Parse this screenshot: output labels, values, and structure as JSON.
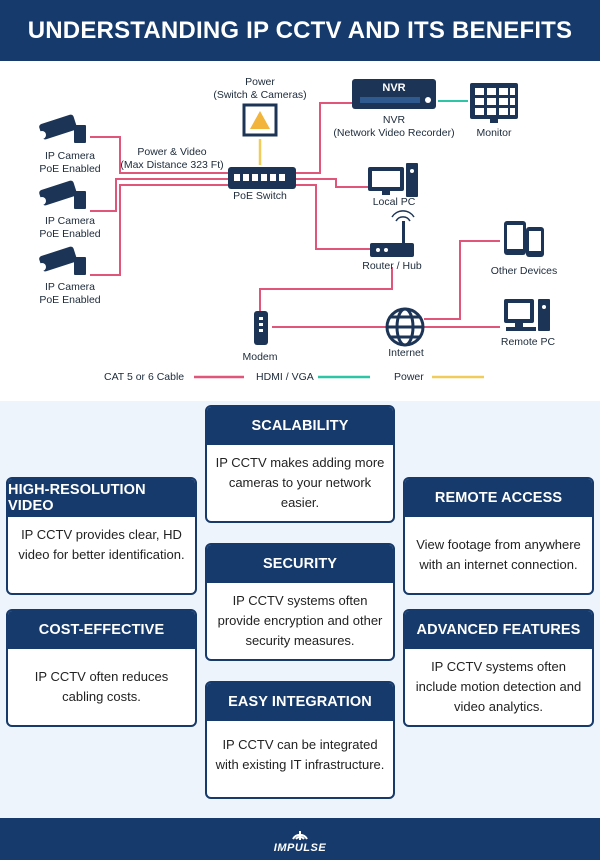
{
  "header": {
    "title": "UNDERSTANDING IP CCTV AND ITS BENEFITS"
  },
  "diagram": {
    "cameras": [
      {
        "line1": "IP Camera",
        "line2": "PoE Enabled"
      },
      {
        "line1": "IP Camera",
        "line2": "PoE Enabled"
      },
      {
        "line1": "IP Camera",
        "line2": "PoE Enabled"
      }
    ],
    "power_video": {
      "line1": "Power & Video",
      "line2": "(Max Distance 323 Ft)"
    },
    "power_source": {
      "line1": "Power",
      "line2": "(Switch & Cameras)"
    },
    "poe_switch": "PoE Switch",
    "nvr_badge": "NVR",
    "nvr": {
      "line1": "NVR",
      "line2": "(Network Video Recorder)"
    },
    "monitor": "Monitor",
    "local_pc": "Local PC",
    "router": "Router / Hub",
    "other_devices": "Other Devices",
    "modem": "Modem",
    "internet": "Internet",
    "remote_pc": "Remote PC",
    "legend": [
      {
        "label": "CAT 5 or 6 Cable",
        "color": "#e0567a"
      },
      {
        "label": "HDMI / VGA",
        "color": "#2ec4a6"
      },
      {
        "label": "Power",
        "color": "#f2cc5a"
      }
    ]
  },
  "benefits": {
    "scalability": {
      "title": "SCALABILITY",
      "text": "IP CCTV makes adding more cameras to your network easier."
    },
    "high_resolution": {
      "title": "HIGH-RESOLUTION VIDEO",
      "text": "IP CCTV provides clear, HD video for better identification."
    },
    "remote_access": {
      "title": "REMOTE ACCESS",
      "text": "View footage from anywhere with an internet connection."
    },
    "security": {
      "title": "SECURITY",
      "text": "IP CCTV systems often provide encryption and other security measures."
    },
    "cost_effective": {
      "title": "COST-EFFECTIVE",
      "text": "IP CCTV often reduces cabling costs."
    },
    "advanced_features": {
      "title": "ADVANCED FEATURES",
      "text": "IP CCTV systems often include motion detection and video analytics."
    },
    "easy_integration": {
      "title": "EASY INTEGRATION",
      "text": "IP CCTV can be integrated with existing IT infrastructure."
    }
  },
  "footer": {
    "brand": "IMPULSE"
  }
}
